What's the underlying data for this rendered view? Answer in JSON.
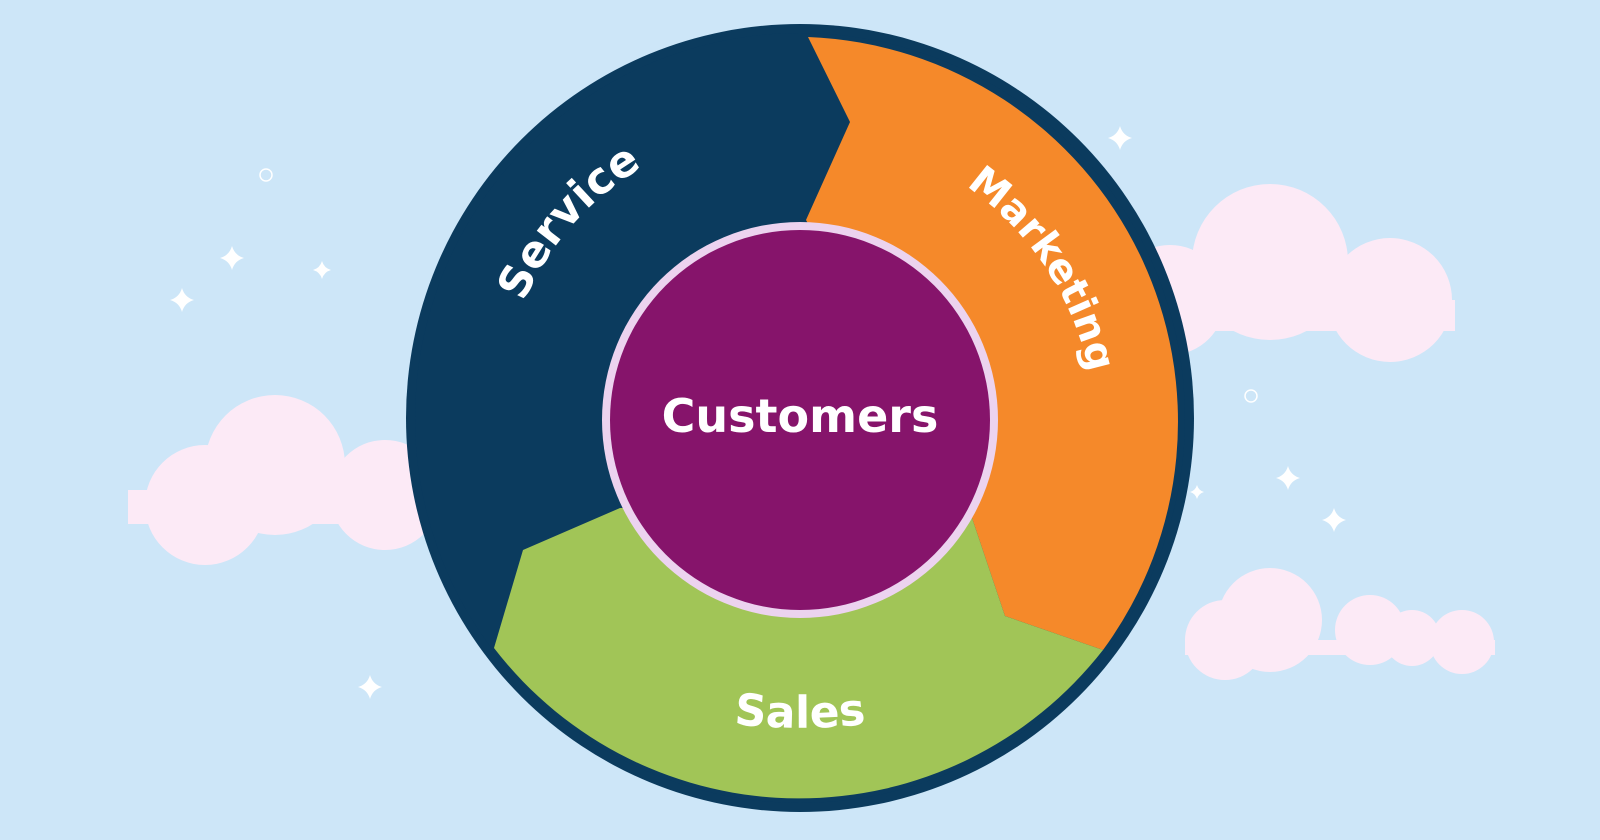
{
  "diagram": {
    "center_label": "Customers",
    "segments": [
      {
        "label": "Service",
        "color": "#0b3b5e"
      },
      {
        "label": "Marketing",
        "color": "#f5892a"
      },
      {
        "label": "Sales",
        "color": "#a1c557"
      }
    ],
    "center_color": "#86146b",
    "center_ring_color": "#ecd3ef",
    "outer_ring_color": "#0b3b5e",
    "background_color": "#cde6f8",
    "cloud_color": "#fceaf6",
    "sparkle_color": "#ffffff"
  }
}
